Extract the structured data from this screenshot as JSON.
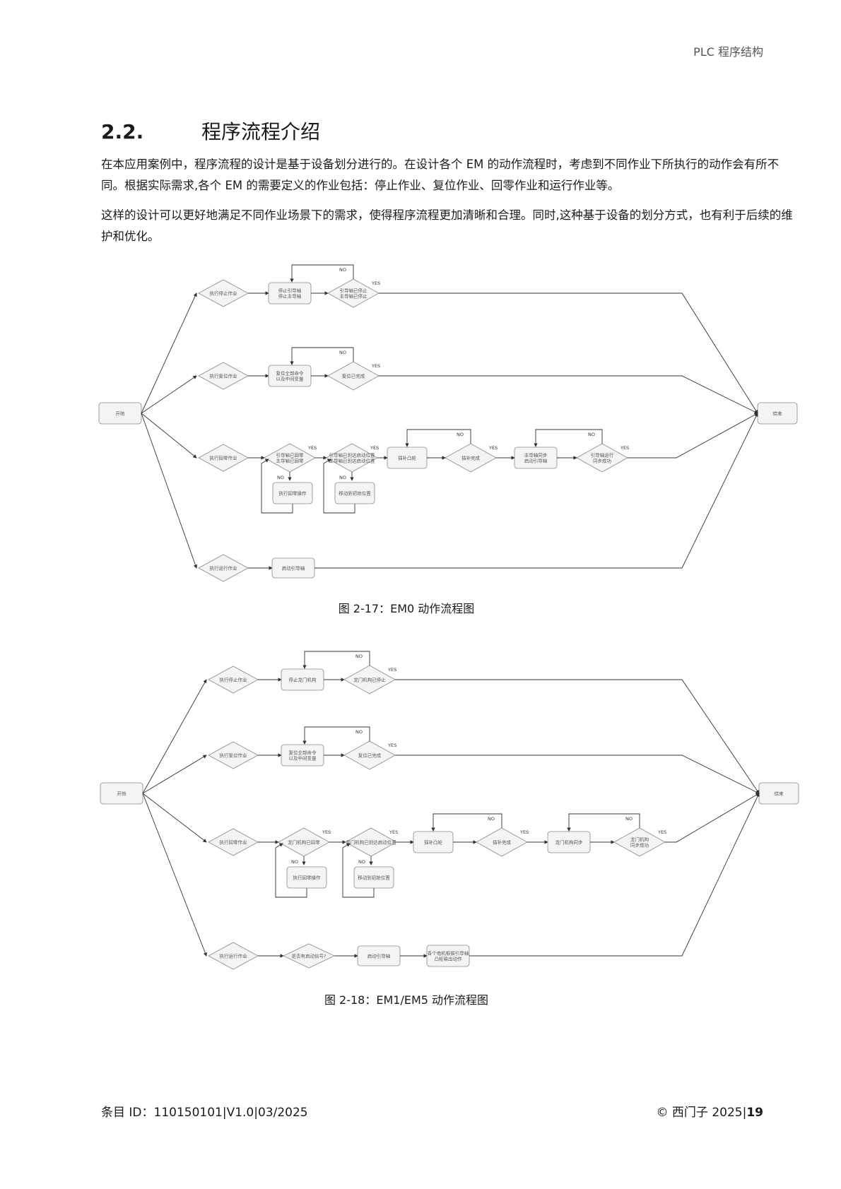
{
  "header": {
    "section_label": "PLC 程序结构"
  },
  "section": {
    "number": "2.2.",
    "title": "程序流程介绍"
  },
  "paragraphs": [
    "在本应用案例中，程序流程的设计是基于设备划分进行的。在设计各个 EM 的动作流程时，考虑到不同作业下所执行的动作会有所不同。根据实际需求,各个 EM 的需要定义的作业包括：停止作业、复位作业、回零作业和运行作业等。",
    "这样的设计可以更好地满足不同作业场景下的需求，使得程序流程更加清晰和合理。同时,这种基于设备的划分方式，也有利于后续的维护和优化。"
  ],
  "figures": [
    {
      "caption": "图 2-17：EM0 动作流程图",
      "start": "开始",
      "end": "结束",
      "rows": {
        "stop": {
          "op": "执行停止作业",
          "action": [
            "停止引导轴",
            "停止主导轴"
          ],
          "check": [
            "引导轴已停止",
            "主导轴已停止"
          ]
        },
        "reset": {
          "op": "执行复位作业",
          "action": [
            "复位全部命令",
            "以及中间变量"
          ],
          "check": [
            "复位已完成"
          ]
        },
        "home": {
          "op": "执行回零作业",
          "c1": [
            "引导轴已回零",
            "主导轴已回零"
          ],
          "a1": [
            "执行回零操作"
          ],
          "c2": [
            "引导轴已到达启动位置",
            "主导轴已到达启动位置"
          ],
          "a2": [
            "移动到初始位置"
          ],
          "p1": [
            "插补凸轮"
          ],
          "c3": [
            "插补完成"
          ],
          "p2": [
            "主导轴同步",
            "启动引导轴"
          ],
          "c4": [
            "引导轴运行",
            "同步成功"
          ]
        },
        "run": {
          "op": "执行运行作业",
          "action": [
            "启动引导轴"
          ]
        }
      },
      "labels": {
        "yes": "YES",
        "no": "NO"
      }
    },
    {
      "caption": "图 2-18：EM1/EM5 动作流程图",
      "start": "开始",
      "end": "结束",
      "rows": {
        "stop": {
          "op": "执行停止作业",
          "action": [
            "停止龙门机构"
          ],
          "check": [
            "龙门机构已停止"
          ]
        },
        "reset": {
          "op": "执行复位作业",
          "action": [
            "复位全部命令",
            "以及中间变量"
          ],
          "check": [
            "复位已完成"
          ]
        },
        "home": {
          "op": "执行回零作业",
          "c1": [
            "龙门机构已回零"
          ],
          "a1": [
            "执行回零操作"
          ],
          "c2": [
            "龙门机构已到达启动位置"
          ],
          "a2": [
            "移动到初始位置"
          ],
          "p1": [
            "插补凸轮"
          ],
          "c3": [
            "插补完成"
          ],
          "p2": [
            "龙门机构同步"
          ],
          "c4": [
            "龙门机构",
            "同步成功"
          ]
        },
        "run": {
          "op": "执行运行作业",
          "q": [
            "是否有启动信号?"
          ],
          "action": [
            "启动引导轴"
          ],
          "action2": [
            "各个电机根据引导轴",
            "凸轮输出动作"
          ]
        }
      },
      "labels": {
        "yes": "YES",
        "no": "NO"
      }
    }
  ],
  "footer": {
    "doc_id": "条目 ID：110150101|V1.0|03/2025",
    "copyright": "© 西门子 2025|",
    "page": "19"
  }
}
